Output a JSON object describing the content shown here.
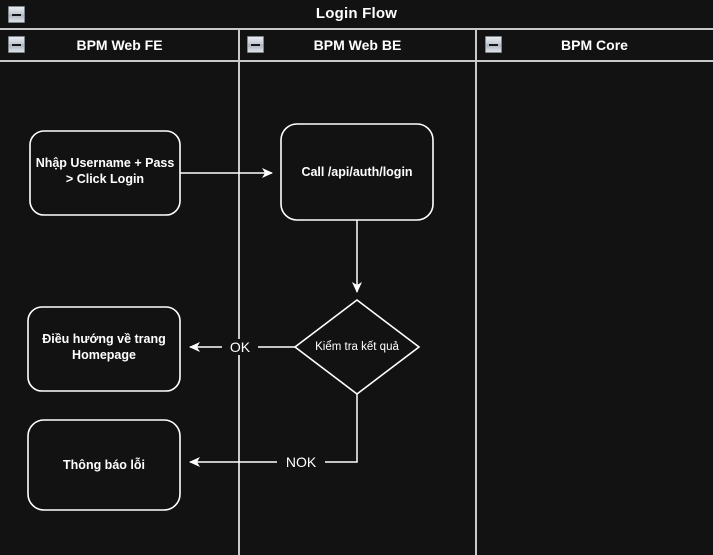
{
  "diagram": {
    "title": "Login Flow",
    "collapse_icon": "minus-box-icon",
    "background_color": "#121212",
    "line_color": "#ffffff",
    "divider_color": "#c9c9c9",
    "lanes": [
      {
        "id": "fe",
        "label": "BPM Web FE",
        "collapse_icon": "minus-box-icon"
      },
      {
        "id": "be",
        "label": "BPM Web BE",
        "collapse_icon": "minus-box-icon"
      },
      {
        "id": "core",
        "label": "BPM Core",
        "collapse_icon": "minus-box-icon"
      }
    ],
    "nodes": [
      {
        "id": "n1",
        "lane": "fe",
        "type": "process",
        "label": "Nhập Username + Pass > Click Login"
      },
      {
        "id": "n2",
        "lane": "be",
        "type": "process",
        "label": "Call /api/auth/login"
      },
      {
        "id": "n3",
        "lane": "be",
        "type": "decision",
        "label": "Kiểm tra kết quả"
      },
      {
        "id": "n4",
        "lane": "fe",
        "type": "process",
        "label": "Điều hướng về trang Homepage"
      },
      {
        "id": "n5",
        "lane": "fe",
        "type": "process",
        "label": "Thông báo lỗi"
      }
    ],
    "edges": [
      {
        "id": "e1",
        "from": "n1",
        "to": "n2",
        "label": ""
      },
      {
        "id": "e2",
        "from": "n2",
        "to": "n3",
        "label": ""
      },
      {
        "id": "e3",
        "from": "n3",
        "to": "n4",
        "label": "OK"
      },
      {
        "id": "e4",
        "from": "n3",
        "to": "n5",
        "label": "NOK"
      }
    ]
  }
}
